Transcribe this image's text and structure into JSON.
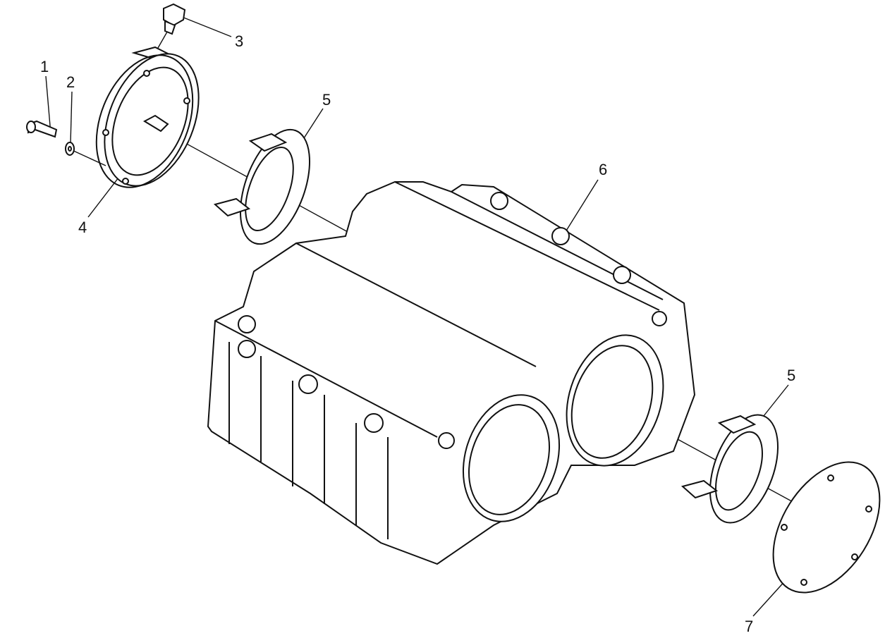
{
  "diagram": {
    "type": "exploded-parts-view",
    "callouts": [
      {
        "id": "1",
        "label": "1"
      },
      {
        "id": "2",
        "label": "2"
      },
      {
        "id": "3",
        "label": "3"
      },
      {
        "id": "4",
        "label": "4"
      },
      {
        "id": "5a",
        "label": "5"
      },
      {
        "id": "6",
        "label": "6"
      },
      {
        "id": "5b",
        "label": "5"
      },
      {
        "id": "7",
        "label": "7"
      }
    ],
    "line_color": "#111111",
    "background": "#ffffff"
  }
}
